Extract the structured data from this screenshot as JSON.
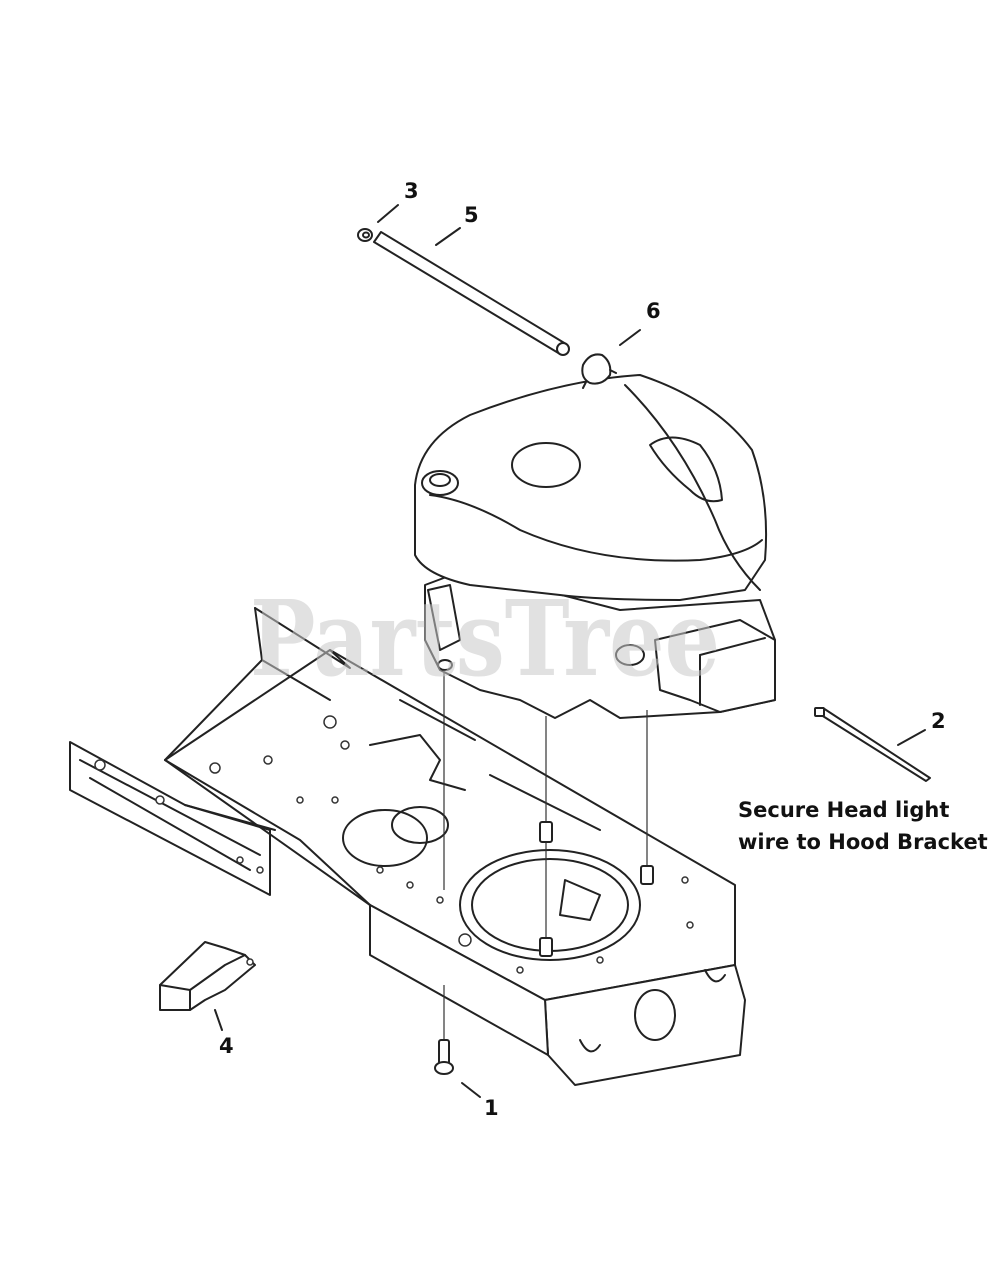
{
  "callouts": {
    "c1": "1",
    "c2": "2",
    "c3": "3",
    "c4": "4",
    "c5": "5",
    "c6": "6"
  },
  "note": {
    "line1": "Secure Head light",
    "line2": "wire to Hood Bracket"
  },
  "watermark": "PartsTree"
}
